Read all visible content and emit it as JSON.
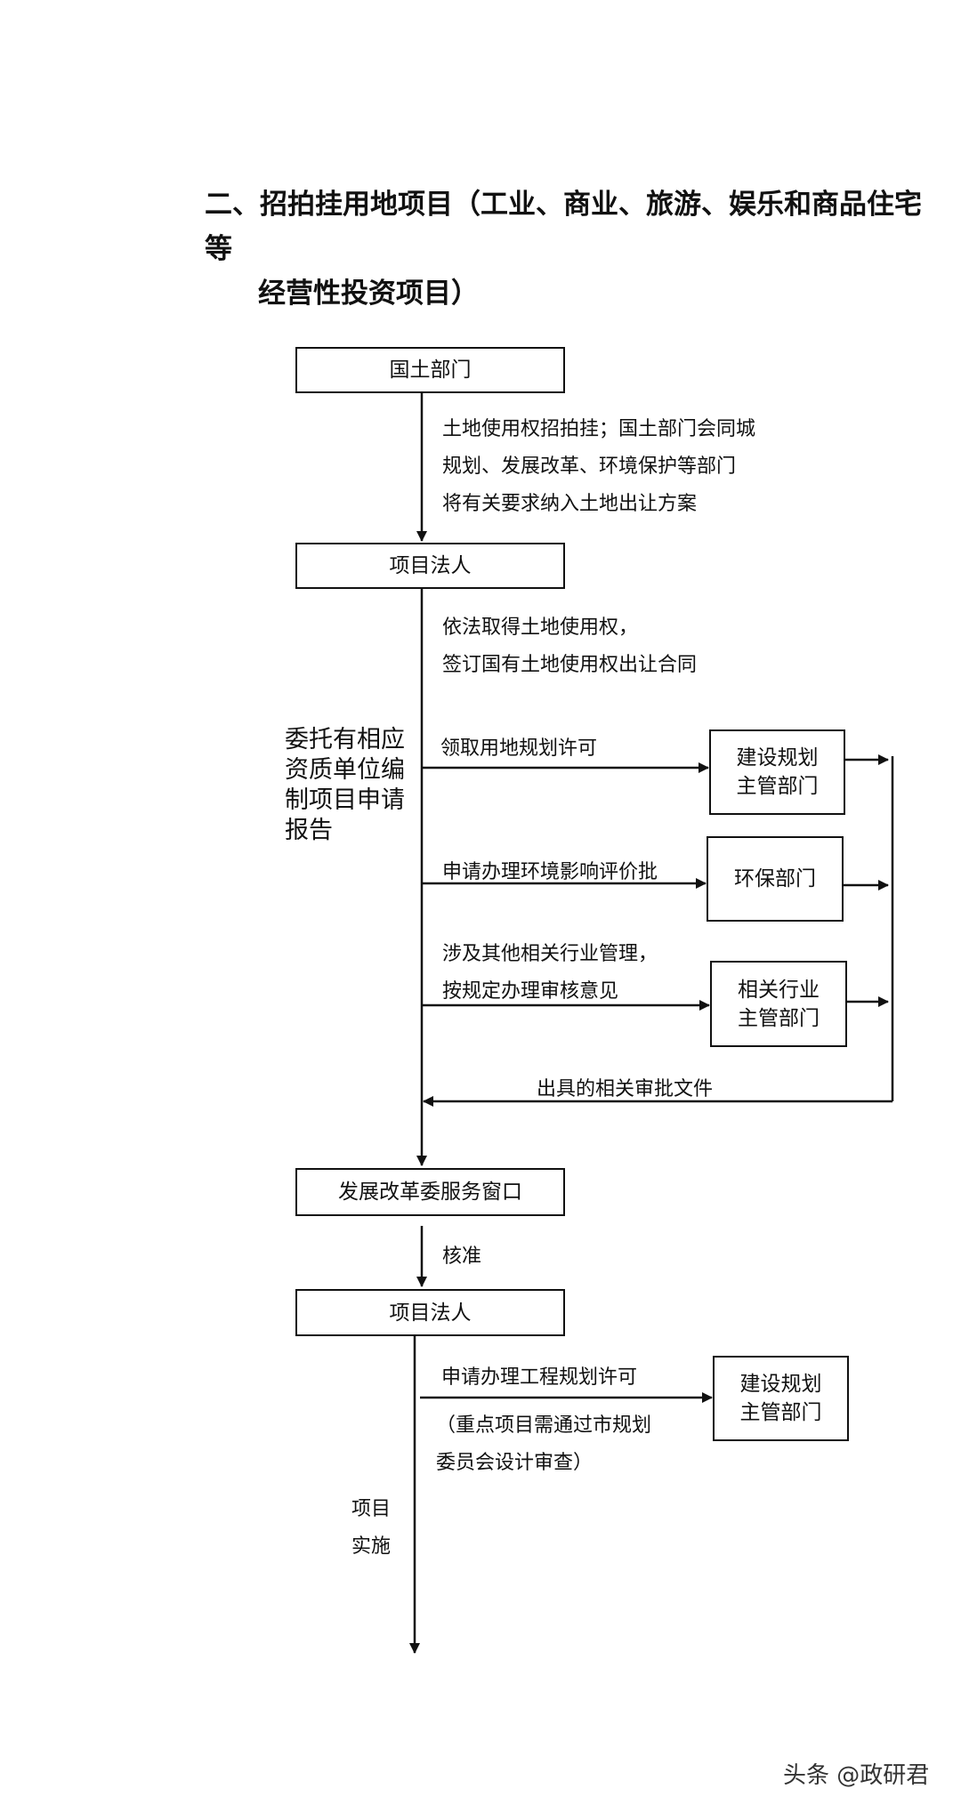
{
  "heading": {
    "line1": "二、招拍挂用地项目（工业、商业、旅游、娱乐和商品住宅等",
    "line2": "经营性投资项目）"
  },
  "boxes": {
    "land_dept": "国土部门",
    "legal_person_1": "项目法人",
    "planning_dept_1": [
      "建设规划",
      "主管部门"
    ],
    "env_dept": "环保部门",
    "industry_dept": [
      "相关行业",
      "主管部门"
    ],
    "ndrc_window": "发展改革委服务窗口",
    "legal_person_2": "项目法人",
    "planning_dept_2": [
      "建设规划",
      "主管部门"
    ]
  },
  "labels": {
    "land_auction": [
      "土地使用权招拍挂；国土部门会同城",
      "规划、发展改革、环境保护等部门",
      "将有关要求纳入土地出让方案"
    ],
    "obtain_rights": [
      "依法取得土地使用权，",
      "签订国有土地使用权出让合同"
    ],
    "land_use_permit": "领取用地规划许可",
    "env_assessment": "申请办理环境影响评价批",
    "industry_review": [
      "涉及其他相关行业管理，",
      "按规定办理审核意见"
    ],
    "approval_docs": "出具的相关审批文件",
    "approval": "核准",
    "engineering_permit": "申请办理工程规划许可",
    "key_project_note": [
      "（重点项目需通过市规划",
      "委员会设计审查）"
    ],
    "implementation": [
      "项目",
      "实施"
    ],
    "side_note": [
      "委托有相应",
      "资质单位编",
      "制项目申请",
      "报告"
    ]
  },
  "watermark": "头条 @政研君"
}
